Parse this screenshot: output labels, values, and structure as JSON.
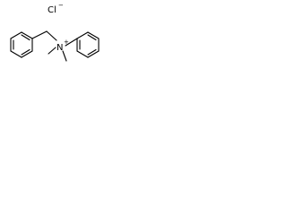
{
  "counterion": {
    "symbol": "Cl",
    "charge": "−"
  },
  "central_atom": {
    "symbol": "N",
    "charge": "+"
  },
  "substituents": {
    "left": "benzyl",
    "right": "phenyl",
    "methyl_count": 2
  }
}
